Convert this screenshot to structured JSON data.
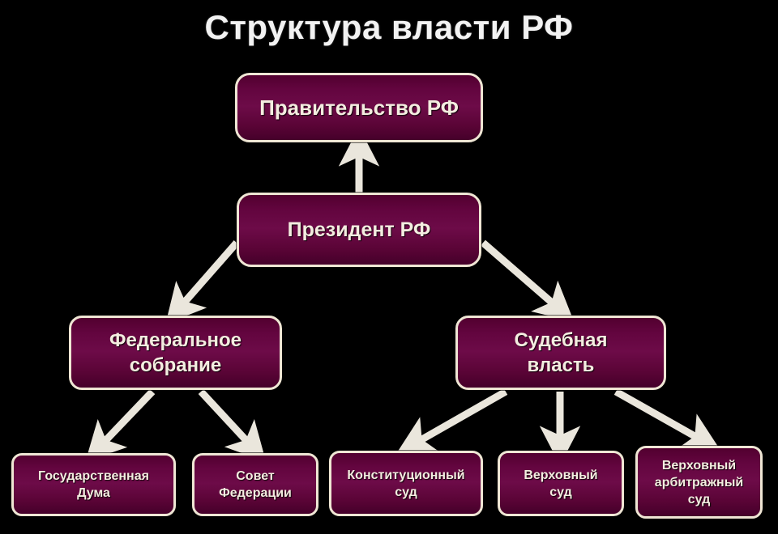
{
  "title": "Структура власти РФ",
  "theme": {
    "background": "#000000",
    "box_fill": "#5e0639",
    "box_fill_highlight": "#6d0b48",
    "box_border": "#efe6d4",
    "text_color": "#f4ede0",
    "title_color": "#f2f2f2",
    "arrow_color": "#eae6dc"
  },
  "nodes": {
    "government": {
      "label": "Правительство РФ"
    },
    "president": {
      "label": "Президент РФ"
    },
    "federal_assembly": {
      "line1": "Федеральное",
      "line2": "собрание"
    },
    "judicial_branch": {
      "line1": "Судебная",
      "line2": "власть"
    },
    "state_duma": {
      "line1": "Государственная",
      "line2": "Дума"
    },
    "federation_council": {
      "line1": "Совет",
      "line2": "Федерации"
    },
    "constitutional_court": {
      "line1": "Конституционный",
      "line2": "суд"
    },
    "supreme_court": {
      "line1": "Верховный",
      "line2": "суд"
    },
    "supreme_arbitration_court": {
      "line1": "Верховный",
      "line2": "арбитражный",
      "line3": "суд"
    }
  },
  "edges": [
    {
      "from": "president",
      "to": "government",
      "direction": "up"
    },
    {
      "from": "president",
      "to": "federal_assembly",
      "direction": "down-left"
    },
    {
      "from": "president",
      "to": "judicial_branch",
      "direction": "down-right"
    },
    {
      "from": "federal_assembly",
      "to": "state_duma",
      "direction": "down-left"
    },
    {
      "from": "federal_assembly",
      "to": "federation_council",
      "direction": "down-right"
    },
    {
      "from": "judicial_branch",
      "to": "constitutional_court",
      "direction": "down-left"
    },
    {
      "from": "judicial_branch",
      "to": "supreme_court",
      "direction": "down"
    },
    {
      "from": "judicial_branch",
      "to": "supreme_arbitration_court",
      "direction": "down-right"
    }
  ]
}
